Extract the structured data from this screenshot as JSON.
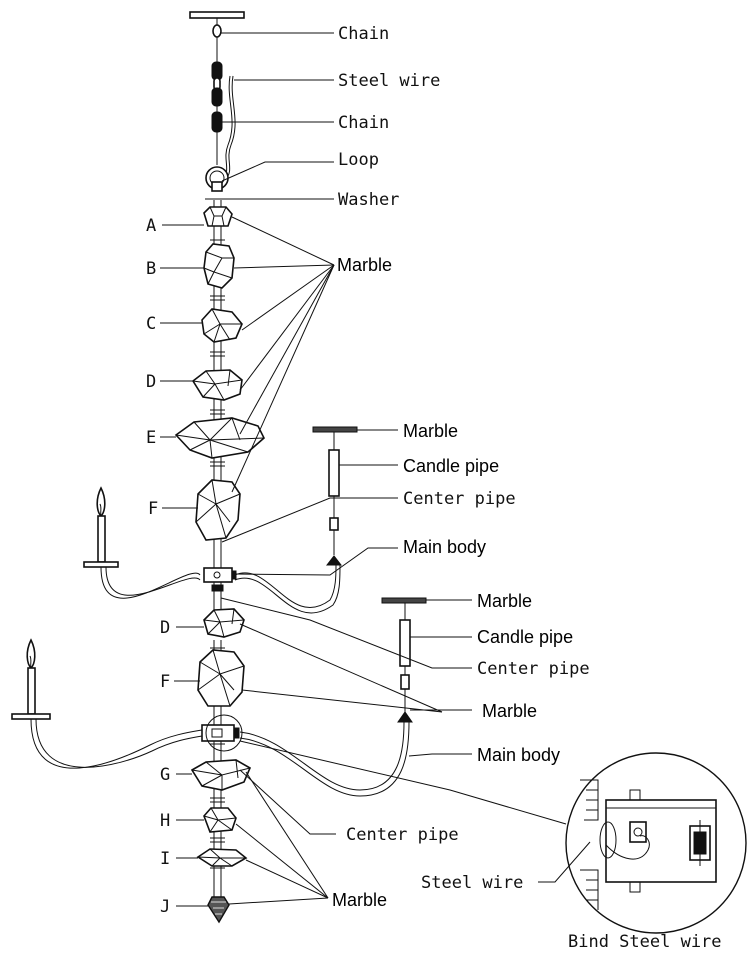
{
  "labels": {
    "chain_top": "Chain",
    "steel_wire_top": "Steel wire",
    "chain_mid": "Chain",
    "loop": "Loop",
    "washer": "Washer",
    "marble_1": "Marble",
    "marble_2": "Marble",
    "candle_pipe_1": "Candle pipe",
    "center_pipe_1": "Center pipe",
    "main_body_1": "Main body",
    "marble_3": "Marble",
    "candle_pipe_2": "Candle pipe",
    "center_pipe_2": "Center pipe",
    "marble_4": "Marble",
    "main_body_2": "Main body",
    "center_pipe_3": "Center pipe",
    "steel_wire_detail": "Steel wire",
    "marble_5": "Marble",
    "bind_steel_wire": "Bind Steel wire"
  },
  "letters": {
    "A": "A",
    "B": "B",
    "C": "C",
    "D1": "D",
    "E": "E",
    "F1": "F",
    "D2": "D",
    "F2": "F",
    "G": "G",
    "H": "H",
    "I": "I",
    "J": "J"
  }
}
